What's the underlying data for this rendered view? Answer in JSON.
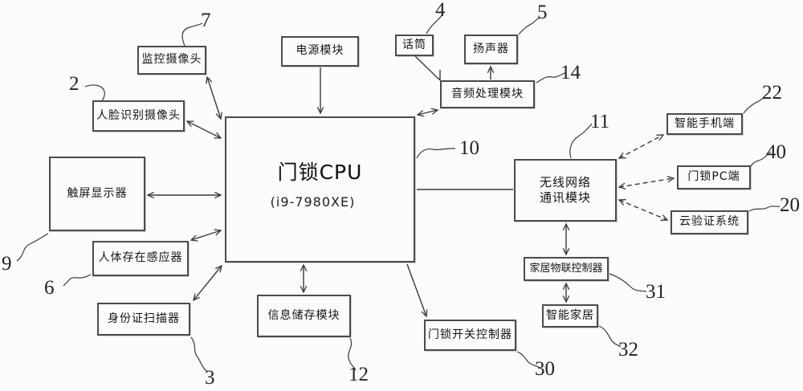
{
  "figure": {
    "background_color": "#fcfcfc",
    "line_color": "#3a3a3a",
    "border_color": "#4b4b4b"
  },
  "boxes": {
    "monitor_camera": {
      "label": "监控摄像头"
    },
    "face_camera": {
      "label": "人脸识别摄像头"
    },
    "touch_display": {
      "label": "触屏显示器"
    },
    "presence_sensor": {
      "label": "人体存在感应器"
    },
    "id_scanner": {
      "label": "身份证扫描器"
    },
    "power_module": {
      "label": "电源模块"
    },
    "microphone": {
      "label": "话筒"
    },
    "speaker": {
      "label": "扬声器"
    },
    "audio_module": {
      "label": "音频处理模块"
    },
    "cpu": {
      "title": "门锁CPU",
      "subtitle": "(i9-7980XE)"
    },
    "wireless_module": {
      "line1": "无线网络",
      "line2": "通讯模块"
    },
    "smartphone": {
      "label": "智能手机端"
    },
    "lock_pc": {
      "label": "门锁PC端"
    },
    "cloud_verify": {
      "label": "云验证系统"
    },
    "home_iot_controller": {
      "label": "家居物联控制器"
    },
    "smart_home": {
      "label": "智能家居"
    },
    "info_storage": {
      "label": "信息储存模块"
    },
    "lock_switch_controller": {
      "label": "门锁开关控制器"
    }
  },
  "refs": {
    "r2": "2",
    "r3": "3",
    "r4": "4",
    "r5": "5",
    "r6": "6",
    "r7": "7",
    "r9": "9",
    "r10": "10",
    "r11": "11",
    "r12": "12",
    "r14": "14",
    "r20": "20",
    "r22": "22",
    "r30": "30",
    "r31": "31",
    "r32": "32",
    "r40": "40"
  }
}
